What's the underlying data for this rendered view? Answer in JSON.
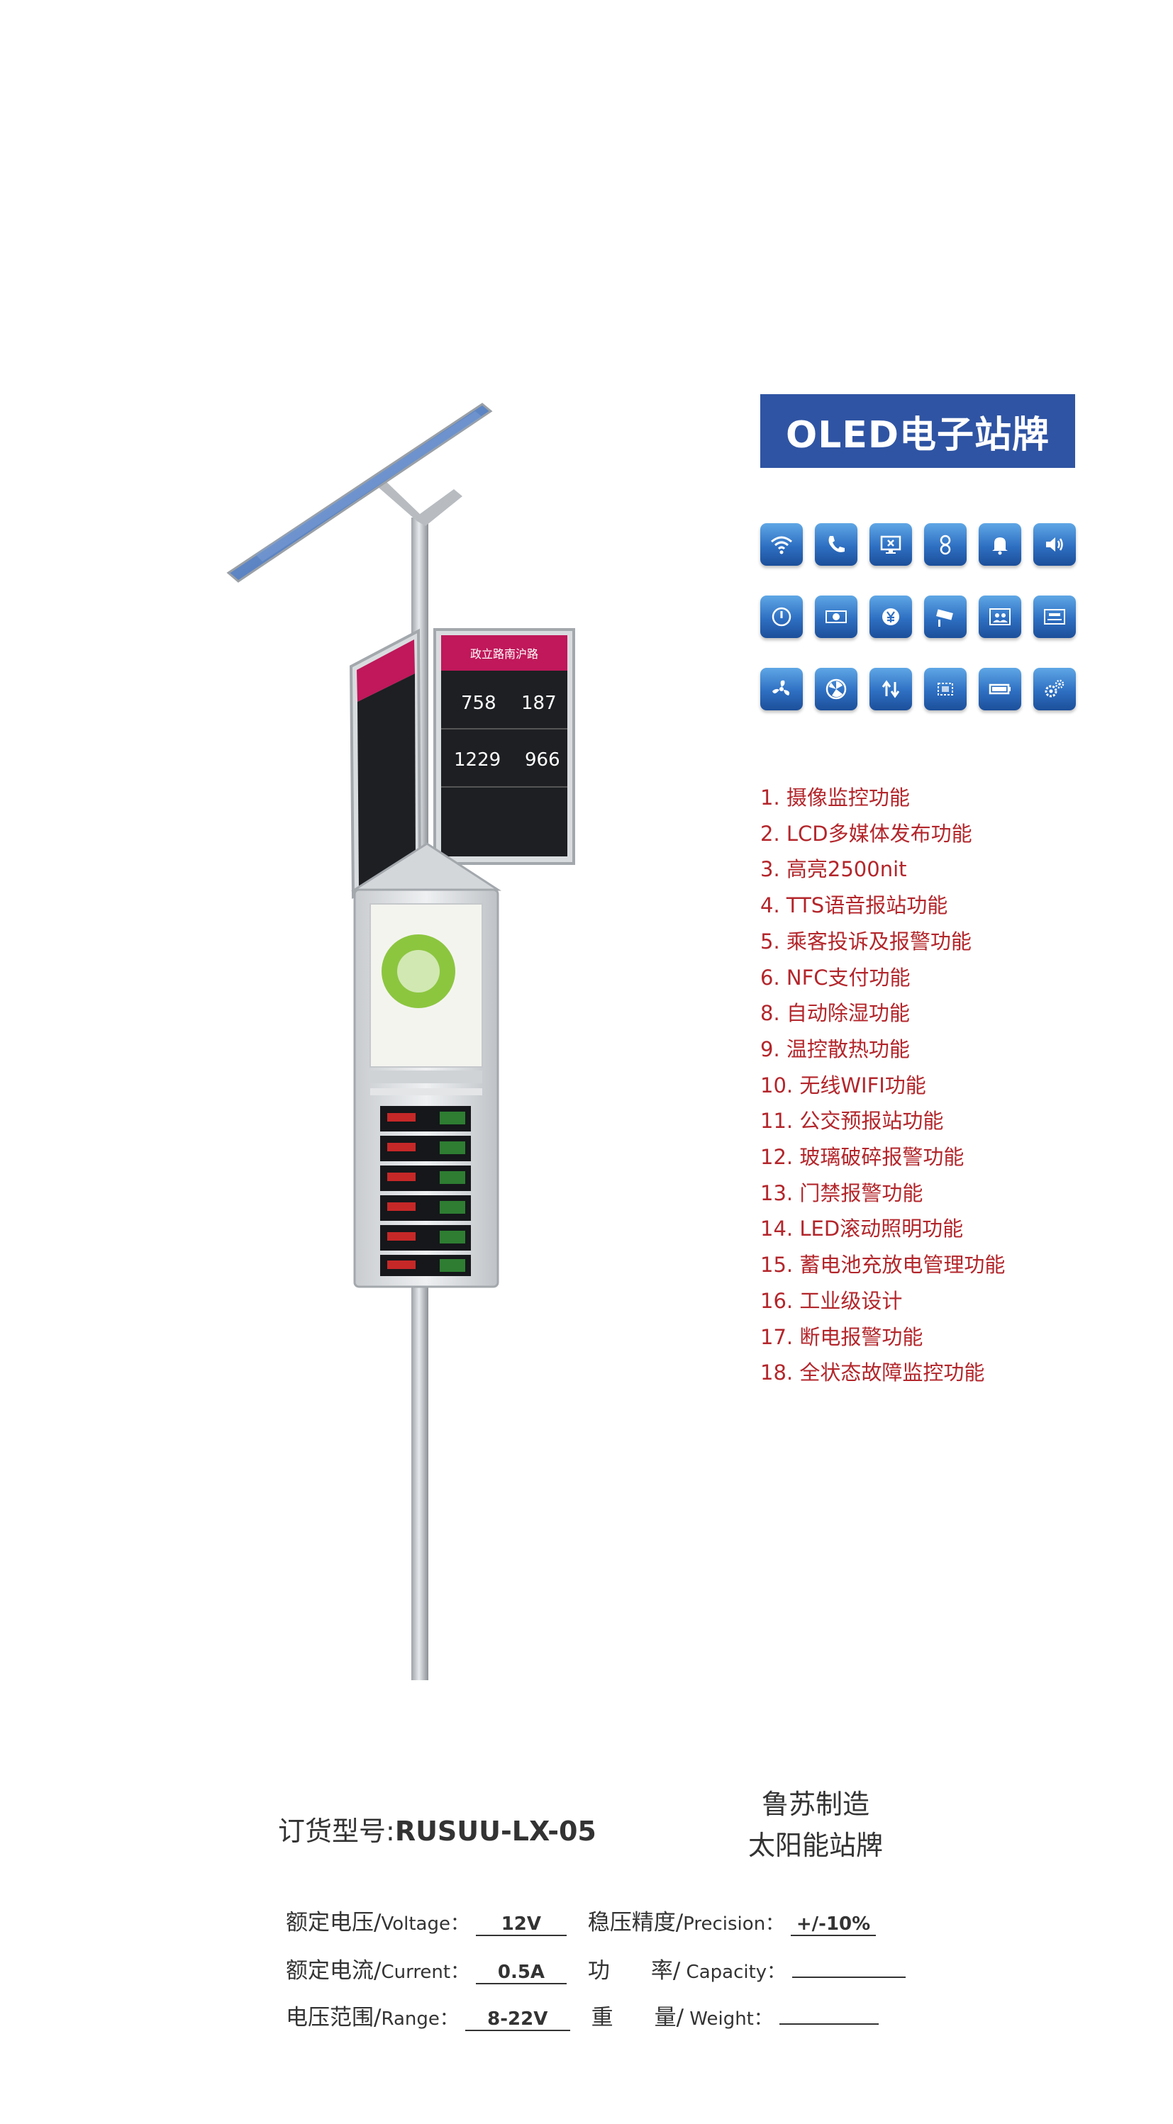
{
  "header": {
    "title": "OLED电子站牌"
  },
  "icons": [
    "wifi-icon",
    "phone-icon",
    "monitor-icon",
    "map-pin-icon",
    "bell-icon",
    "speaker-icon",
    "power-plug-icon",
    "camera-box-icon",
    "yen-icon",
    "cctv-icon",
    "people-icon",
    "display-panel-icon",
    "fan-icon",
    "exhaust-fan-icon",
    "updown-arrows-icon",
    "chip-icon",
    "battery-icon",
    "gears-icon"
  ],
  "features": [
    "1. 摄像监控功能",
    "2. LCD多媒体发布功能",
    "3. 高亮2500nit",
    "4. TTS语音报站功能",
    "5. 乘客投诉及报警功能",
    "6. NFC支付功能",
    "8. 自动除湿功能",
    "9. 温控散热功能",
    "10. 无线WIFI功能",
    "11. 公交预报站功能",
    "12. 玻璃破碎报警功能",
    "13. 门禁报警功能",
    "14. LED滚动照明功能",
    "15. 蓄电池充放电管理功能",
    "16. 工业级设计",
    "17. 断电报警功能",
    "18. 全状态故障监控功能"
  ],
  "order": {
    "label": "订货型号:",
    "model": "RUSUU-LX-05"
  },
  "maker": {
    "line1": "鲁苏制造",
    "line2": "太阳能站牌"
  },
  "specs": {
    "voltage": {
      "label_cn": "额定电压/",
      "label_en": "Voltage：",
      "value": "12V"
    },
    "precision": {
      "label_cn": "稳压精度/",
      "label_en": "Precision：",
      "value": "+/-10%"
    },
    "current": {
      "label_cn": "额定电流/",
      "label_en": "Current：",
      "value": "0.5A"
    },
    "capacity": {
      "label_cn1": "功",
      "label_cn2": "率/",
      "label_en": " Capacity：",
      "value": ""
    },
    "range": {
      "label_cn": "电压范围/",
      "label_en": "Range：",
      "value": "8-22V"
    },
    "weight": {
      "label_cn1": "重",
      "label_cn2": "量/",
      "label_en": " Weight：",
      "value": ""
    }
  },
  "product_panel": {
    "sign_title": "政立路南沪路",
    "numbers": [
      "758",
      "187",
      "1229",
      "966"
    ]
  },
  "colors": {
    "badge": "#2f54a3",
    "feature_text": "#b3262b",
    "sign_magenta": "#c0185a"
  }
}
